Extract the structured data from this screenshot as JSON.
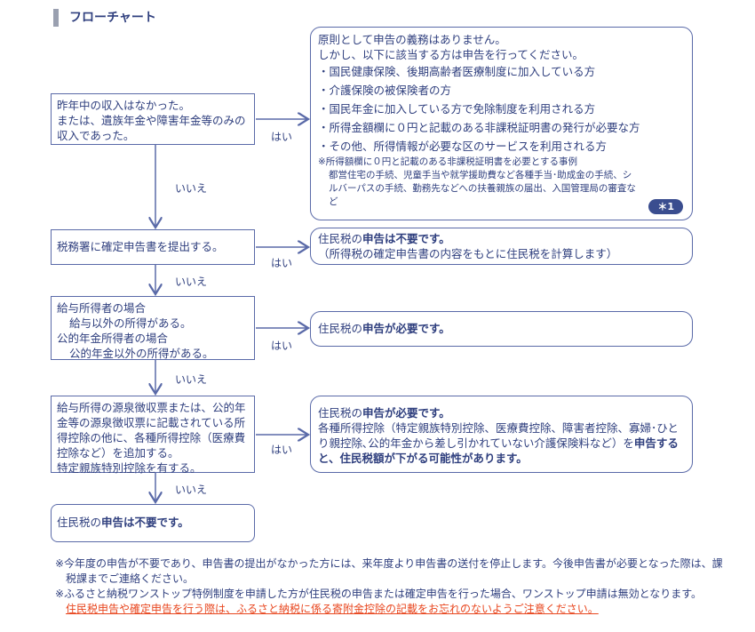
{
  "title": "フローチャート",
  "yes": "はい",
  "no": "いいえ",
  "questions": [
    [
      "昨年中の収入はなかった。",
      "または、遺族年金や障害年金等のみの収入であった。"
    ],
    [
      "税務署に確定申告書を提出する。"
    ],
    [
      "給与所得者の場合",
      "給与以外の所得がある。",
      "公的年金所得者の場合",
      "公的年金以外の所得がある。"
    ],
    [
      "給与所得の源泉徴収票または、公的年金等の源泉徴収票に記載されている所得控除の他に、各種所得控除（医療費控除など）を追加する。",
      "特定親族特別控除を有する。"
    ],
    [
      "住民税の",
      "申告は不要です。"
    ]
  ],
  "results": {
    "r1": {
      "lines": [
        "原則として申告の義務はありません。",
        "しかし、以下に該当する方は申告を行ってください。"
      ],
      "bullets": [
        "・国民健康保険、後期高齢者医療制度に加入している方",
        "・介護保険の被保険者の方",
        "・国民年金に加入している方で免除制度を利用される方",
        "・所得金額欄に０円と記載のある非課税証明書の発行が必要な方",
        "・その他、所得情報が必要な区のサービスを利用される方"
      ],
      "note_head": "※所得額欄に０円と記載のある非課税証明書を必要とする事例",
      "note_body": "都営住宅の手続、児童手当や就学援助費など各種手当･助成金の手続、シルバーパスの手続、勤務先などへの扶養親族の届出、入国管理局の審査など",
      "badge": "＊1"
    },
    "r2": {
      "a": "住民税の",
      "b": "申告は不要です。",
      "c": "（所得税の確定申告書の内容をもとに住民税を計算します）"
    },
    "r3": {
      "a": "住民税の",
      "b": "申告が必要です。"
    },
    "r4": {
      "a": "住民税の",
      "b": "申告が必要です。",
      "c": "各種所得控除（特定親族特別控除、医療費控除、障害者控除、寡婦･ひとり親控除､公的年金から差し引かれていない介護保険料など）を",
      "d": "申告すると、住民税額が下がる可能性があります。"
    }
  },
  "notes": {
    "n1": "※今年度の申告が不要であり、申告書の提出がなかった方には、来年度より申告書の送付を停止します。今後申告書が必要となった際は、課税課までご連絡ください。",
    "n2": "※ふるさと納税ワンストップ特例制度を申請した方が住民税の申告または確定申告を行った場合、ワンストップ申請は無効となります。",
    "n3": "住民税申告や確定申告を行う際は、ふるさと納税に係る寄附金控除の記載をお忘れのないようご注意ください。"
  }
}
